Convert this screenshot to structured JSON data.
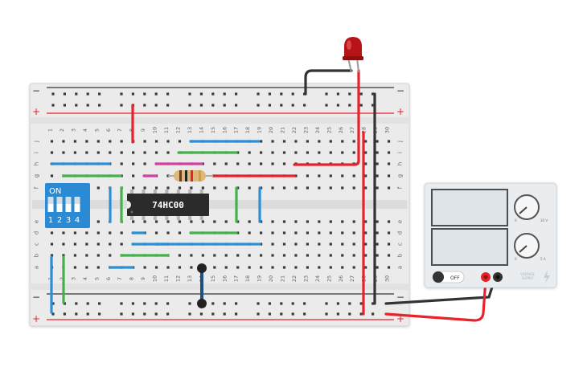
{
  "breadboard": {
    "columns": [
      "1",
      "2",
      "3",
      "4",
      "5",
      "6",
      "7",
      "8",
      "9",
      "10",
      "11",
      "12",
      "13",
      "14",
      "15",
      "16",
      "17",
      "18",
      "19",
      "20",
      "21",
      "22",
      "23",
      "24",
      "25",
      "26",
      "27",
      "28",
      "29",
      "30"
    ],
    "rows_top": [
      "j",
      "i",
      "h",
      "g",
      "f"
    ],
    "rows_bottom": [
      "e",
      "d",
      "c",
      "b",
      "a"
    ],
    "rail_minus": "−",
    "rail_plus": "+"
  },
  "chip": {
    "label": "74HC00"
  },
  "dip_switch": {
    "label": "ON",
    "numbers": [
      "1",
      "2",
      "3",
      "4"
    ]
  },
  "power_supply": {
    "switch_label": "OFF",
    "brand_line1": "VOLTAGE",
    "brand_line2": "SUPPLY",
    "knob1_min": "0",
    "knob1_max": "30 V",
    "knob2_min": "0",
    "knob2_max": "5 A"
  },
  "colors": {
    "board": "#ededed",
    "wire_red": "#e8212b",
    "wire_black": "#333333",
    "wire_blue": "#2b8fd6",
    "wire_green": "#45b14a",
    "wire_magenta": "#d43fa0",
    "led": "#b81418",
    "dip_blue": "#2a8ad4",
    "supply_body": "#e9edf0"
  },
  "icons": [
    "led-icon",
    "resistor-icon",
    "ic-chip-icon",
    "dip-switch-icon",
    "power-supply-icon",
    "lightning-icon"
  ]
}
